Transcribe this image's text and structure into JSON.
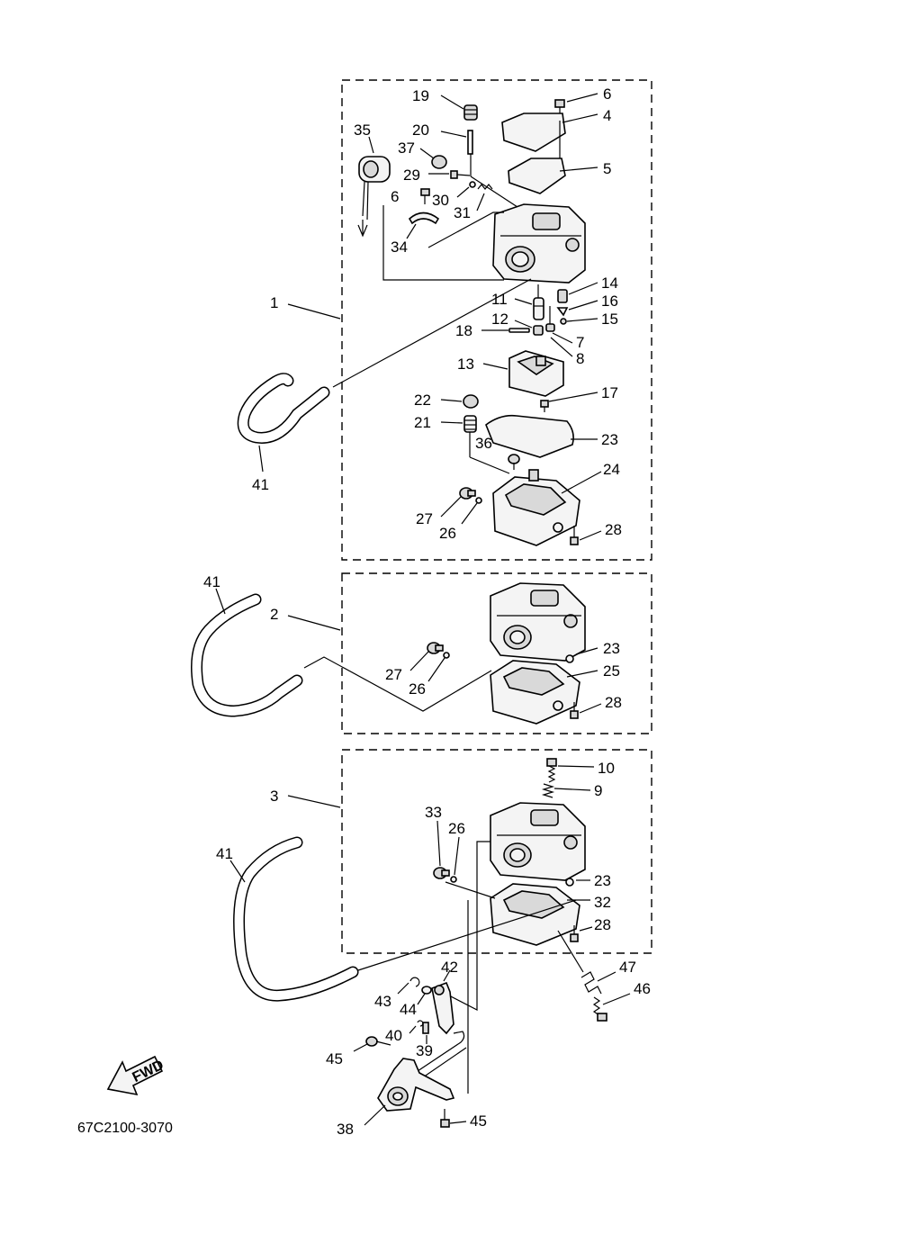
{
  "diagram": {
    "code": "67C2100-3070",
    "fwd_label": "FWD",
    "labels": {
      "p1": "1",
      "p2": "2",
      "p3": "3",
      "p4": "4",
      "p5": "5",
      "p6a": "6",
      "p6b": "6",
      "p7": "7",
      "p8": "8",
      "p9": "9",
      "p10": "10",
      "p11": "11",
      "p12": "12",
      "p13": "13",
      "p14": "14",
      "p15": "15",
      "p16": "16",
      "p17": "17",
      "p18": "18",
      "p19": "19",
      "p20": "20",
      "p21": "21",
      "p22": "22",
      "p23a": "23",
      "p23b": "23",
      "p23c": "23",
      "p24": "24",
      "p25": "25",
      "p26a": "26",
      "p26b": "26",
      "p26c": "26",
      "p27a": "27",
      "p27b": "27",
      "p28a": "28",
      "p28b": "28",
      "p28c": "28",
      "p29": "29",
      "p30": "30",
      "p31": "31",
      "p32": "32",
      "p33": "33",
      "p34": "34",
      "p35": "35",
      "p36": "36",
      "p37": "37",
      "p38": "38",
      "p39": "39",
      "p40": "40",
      "p41a": "41",
      "p41b": "41",
      "p41c": "41",
      "p42": "42",
      "p43": "43",
      "p44": "44",
      "p45a": "45",
      "p45b": "45",
      "p46": "46",
      "p47": "47"
    }
  }
}
